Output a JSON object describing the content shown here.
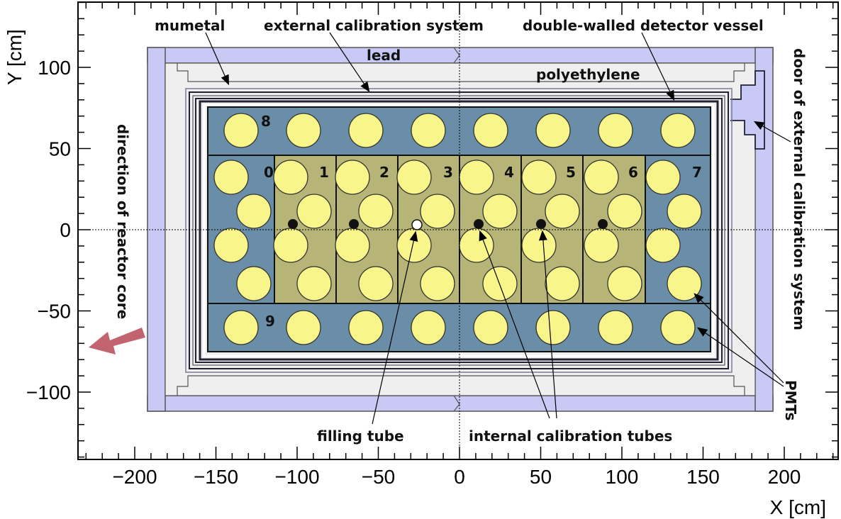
{
  "chart_data": {
    "type": "diagram",
    "xlabel": "X [cm]",
    "ylabel": "Y [cm]",
    "xlim": [
      -235,
      235
    ],
    "ylim": [
      -140,
      140
    ],
    "x_ticks": [
      -200,
      -150,
      -100,
      -50,
      0,
      50,
      100,
      150,
      200
    ],
    "y_ticks": [
      -100,
      -50,
      0,
      50,
      100
    ],
    "x_tick_labels": [
      "−200",
      "−150",
      "−100",
      "−50",
      "0",
      "50",
      "100",
      "150",
      "200"
    ],
    "y_tick_labels": [
      "−100",
      "−50",
      "0",
      "50",
      "100"
    ],
    "segments": [
      "0",
      "1",
      "2",
      "3",
      "4",
      "5",
      "6",
      "7",
      "8",
      "9"
    ],
    "labels": {
      "mumetal": "mumetal",
      "external_calibration_system": "external calibration system",
      "double_walled_detector_vessel": "double-walled detector vessel",
      "lead": "lead",
      "polyethylene": "polyethylene",
      "door": "door of external calibration system",
      "reactor_core": "direction of reactor core",
      "pmts": "PMTs",
      "filling_tube": "filling tube",
      "internal_calibration_tubes": "internal calibration tubes"
    }
  },
  "colors": {
    "lead": "#c9c9f5",
    "polyethylene": "#efefef",
    "veto": "#6a8ea8",
    "target": "#b7b478",
    "pmt": "#f8f58a",
    "arrow_reactor": "#c26470"
  }
}
